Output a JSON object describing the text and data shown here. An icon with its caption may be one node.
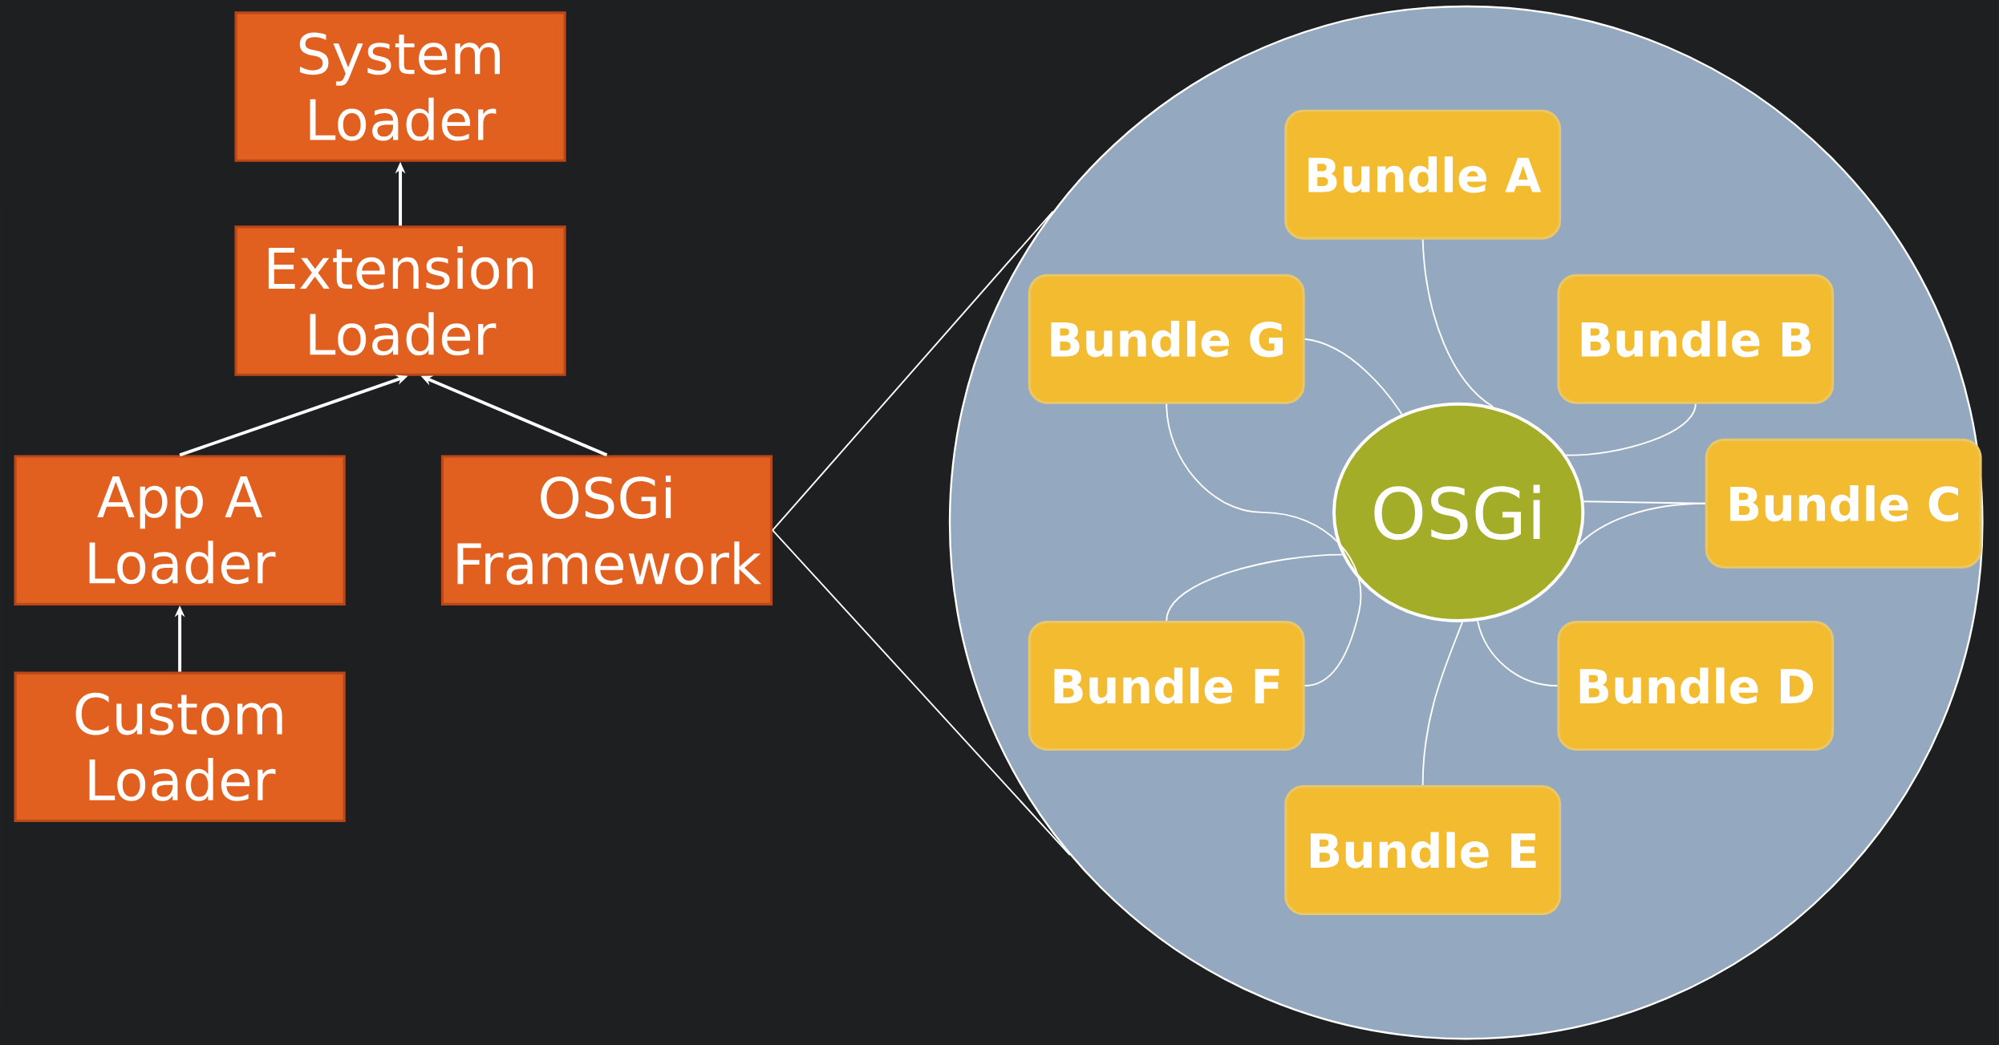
{
  "diagram": {
    "nodes": [
      {
        "text": [
          "System Loader"
        ]
      },
      {
        "text": [
          "Extension Loader"
        ]
      },
      {
        "text": [
          "App A Loader"
        ]
      },
      {
        "text": [
          "OSGi Framework"
        ]
      },
      {
        "text": [
          "Custom Loader"
        ]
      },
      {
        "text": [],
        "shape": "circle"
      },
      {
        "text": [
          "Bundle A"
        ],
        "in": 5
      },
      {
        "text": [
          "Bundle G"
        ],
        "in": 5
      },
      {
        "text": [
          "Bundle B"
        ],
        "in": 5
      },
      {
        "text": [
          "OSGi"
        ],
        "in": 5
      },
      {
        "text": [
          "Bundle C"
        ],
        "in": 5
      },
      {
        "text": [
          "Bundle F"
        ],
        "in": 5
      },
      {
        "text": [
          "Bundle D"
        ],
        "in": 5
      },
      {
        "text": [
          "Bundle E"
        ],
        "in": 5
      }
    ],
    "edges": [
      {
        "from": 1,
        "to": 0,
        "arrow": "to"
      },
      {
        "from": 2,
        "to": 1,
        "arrow": "to"
      },
      {
        "from": 3,
        "to": 1,
        "arrow": "to"
      },
      {
        "from": 4,
        "to": 2,
        "arrow": "to"
      },
      {
        "from": 3,
        "to": 5,
        "arrow": "none"
      },
      {
        "from": 3,
        "to": 5,
        "arrow": "none"
      },
      {
        "from": 6,
        "to": 9,
        "arrow": "none"
      },
      {
        "from": 7,
        "to": 9,
        "arrow": "none"
      },
      {
        "from": 8,
        "to": 9,
        "arrow": "none"
      },
      {
        "from": 10,
        "to": 9,
        "arrow": "none"
      },
      {
        "from": 10,
        "to": 9,
        "arrow": "none"
      },
      {
        "from": 7,
        "to": 11,
        "arrow": "none"
      },
      {
        "from": 11,
        "to": 9,
        "arrow": "none"
      },
      {
        "from": 12,
        "to": 9,
        "arrow": "none"
      },
      {
        "from": 13,
        "to": 9,
        "arrow": "none"
      }
    ]
  }
}
